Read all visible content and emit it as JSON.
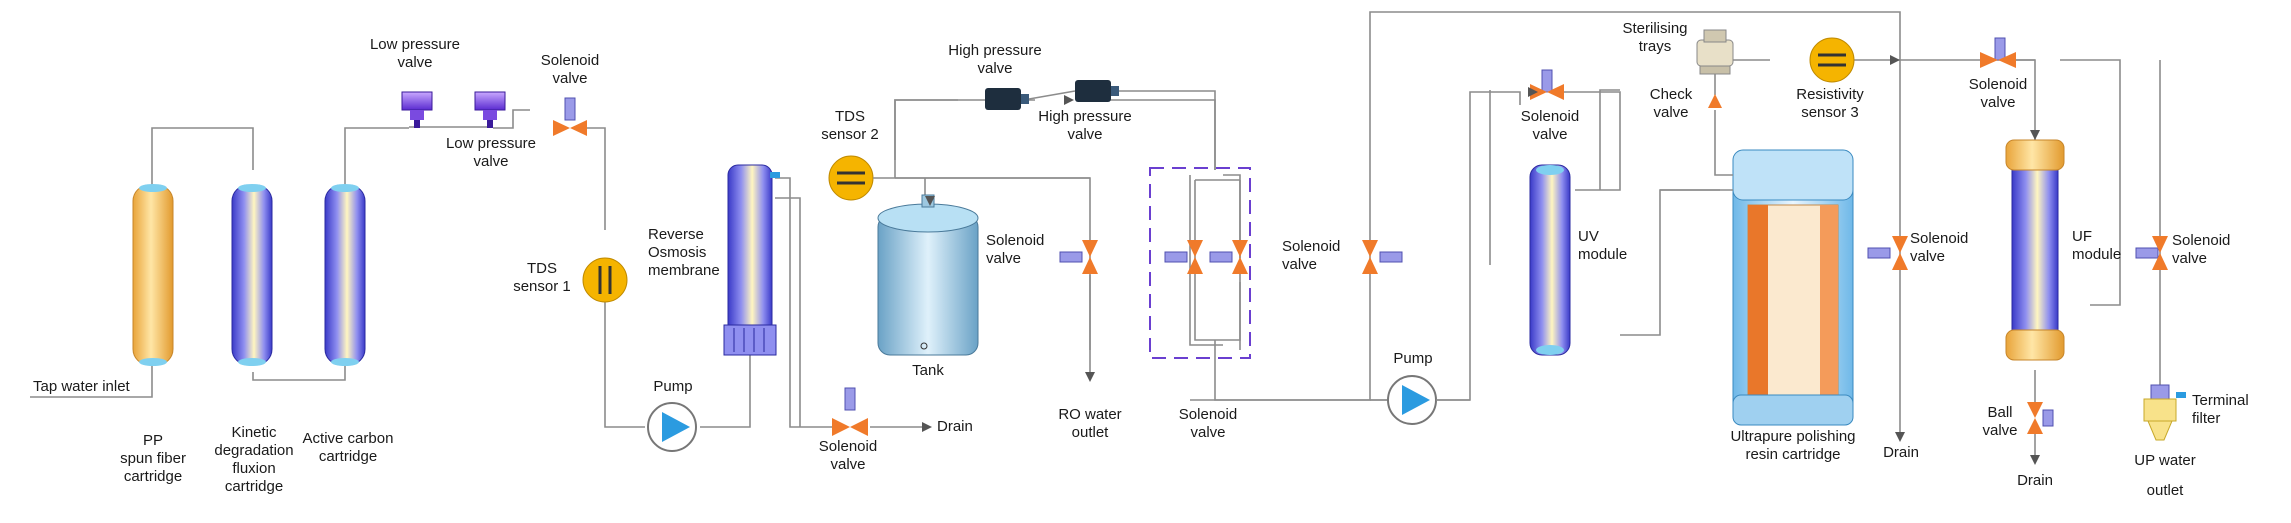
{
  "labels": {
    "tap_water_inlet": "Tap water inlet",
    "pp_cartridge": [
      "PP",
      "spun fiber",
      "cartridge"
    ],
    "kinetic_cartridge": [
      "Kinetic",
      "degradation",
      "fluxion",
      "cartridge"
    ],
    "carbon_cartridge": [
      "Active carbon",
      "cartridge"
    ],
    "low_pressure_valve_top": [
      "Low pressure",
      "valve"
    ],
    "low_pressure_valve_bottom": [
      "Low pressure",
      "valve"
    ],
    "solenoid_valve_inlet": [
      "Solenoid",
      "valve"
    ],
    "tds_sensor_1": [
      "TDS",
      "sensor 1"
    ],
    "pump_1": "Pump",
    "ro_membrane": [
      "Reverse",
      "Osmosis",
      "membrane"
    ],
    "solenoid_valve_drain": [
      "Solenoid",
      "valve"
    ],
    "drain_1": "Drain",
    "tds_sensor_2": [
      "TDS",
      "sensor 2"
    ],
    "high_pressure_valve_top": [
      "High pressure",
      "valve"
    ],
    "high_pressure_valve_bottom": [
      "High pressure",
      "valve"
    ],
    "tank": "Tank",
    "solenoid_valve_ro": [
      "Solenoid",
      "valve"
    ],
    "ro_water_outlet": [
      "RO water",
      "outlet"
    ],
    "solenoid_valve_bypass": [
      "Solenoid",
      "valve"
    ],
    "solenoid_valve_mid": [
      "Solenoid",
      "valve"
    ],
    "pump_2": "Pump",
    "solenoid_valve_uv": [
      "Solenoid",
      "valve"
    ],
    "uv_module": [
      "UV",
      "module"
    ],
    "sterilising_trays": [
      "Sterilising",
      "trays"
    ],
    "check_valve": [
      "Check",
      "valve"
    ],
    "resistivity_sensor": [
      "Resistivity",
      "sensor 3"
    ],
    "polishing_cartridge": [
      "Ultrapure polishing",
      "resin cartridge"
    ],
    "solenoid_valve_polish": [
      "Solenoid",
      "valve"
    ],
    "drain_2": "Drain",
    "solenoid_valve_uf_in": [
      "Solenoid",
      "valve"
    ],
    "uf_module": [
      "UF",
      "module"
    ],
    "solenoid_valve_uf": [
      "Solenoid",
      "valve"
    ],
    "ball_valve": [
      "Ball",
      "valve"
    ],
    "drain_3": "Drain",
    "terminal_filter": [
      "Terminal",
      "filter"
    ],
    "up_water_outlet": [
      "UP water",
      "outlet"
    ]
  },
  "colors": {
    "pipe": "#8c8c8c",
    "valve": "#f07a2a",
    "sensor": "#f5b400",
    "pump": "#2b9be0",
    "cartridge_yellow": "#f7c35a",
    "cartridge_blue": "#5a5ad6",
    "tank": "#9dc8e0",
    "bypass_dashed": "#6a3fd0"
  }
}
